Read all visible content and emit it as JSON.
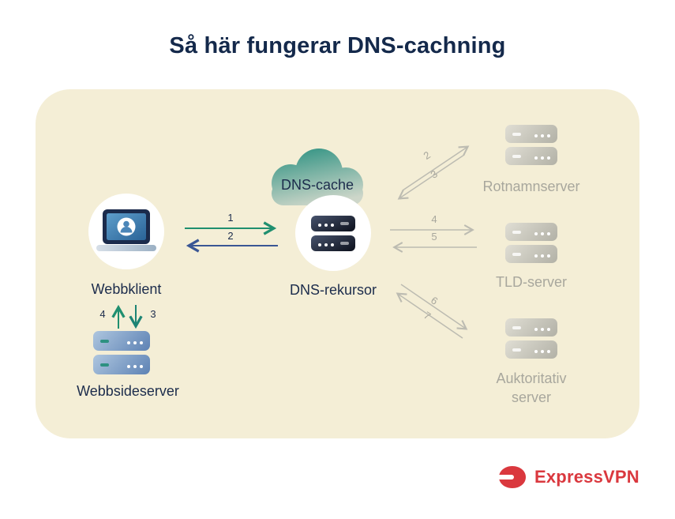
{
  "title": "Så här fungerar DNS-cachning",
  "nodes": {
    "webbklient": "Webbklient",
    "dns_cache": "DNS-cache",
    "dns_rekursor": "DNS-rekursor",
    "rotnamnserver": "Rotnamnserver",
    "tld_server": "TLD-server",
    "auktoritativ_server": "Auktoritativ server",
    "webbsideserver": "Webbsideserver"
  },
  "steps": {
    "client_to_resolver": "1",
    "resolver_to_client": "2",
    "resolver_to_root": "2",
    "root_to_resolver": "3",
    "resolver_to_tld": "4",
    "tld_to_resolver": "5",
    "resolver_to_auth": "6",
    "auth_to_resolver": "7",
    "client_to_webserver": "3",
    "webserver_to_client": "4"
  },
  "footer": {
    "brand": "ExpressVPN"
  },
  "colors": {
    "accent_green": "#1f8f6f",
    "accent_navy": "#3a5694",
    "muted_gray": "#b5b4aa",
    "panel_beige": "#f4eed6",
    "title_navy": "#14294b",
    "brand_red": "#da383e"
  }
}
